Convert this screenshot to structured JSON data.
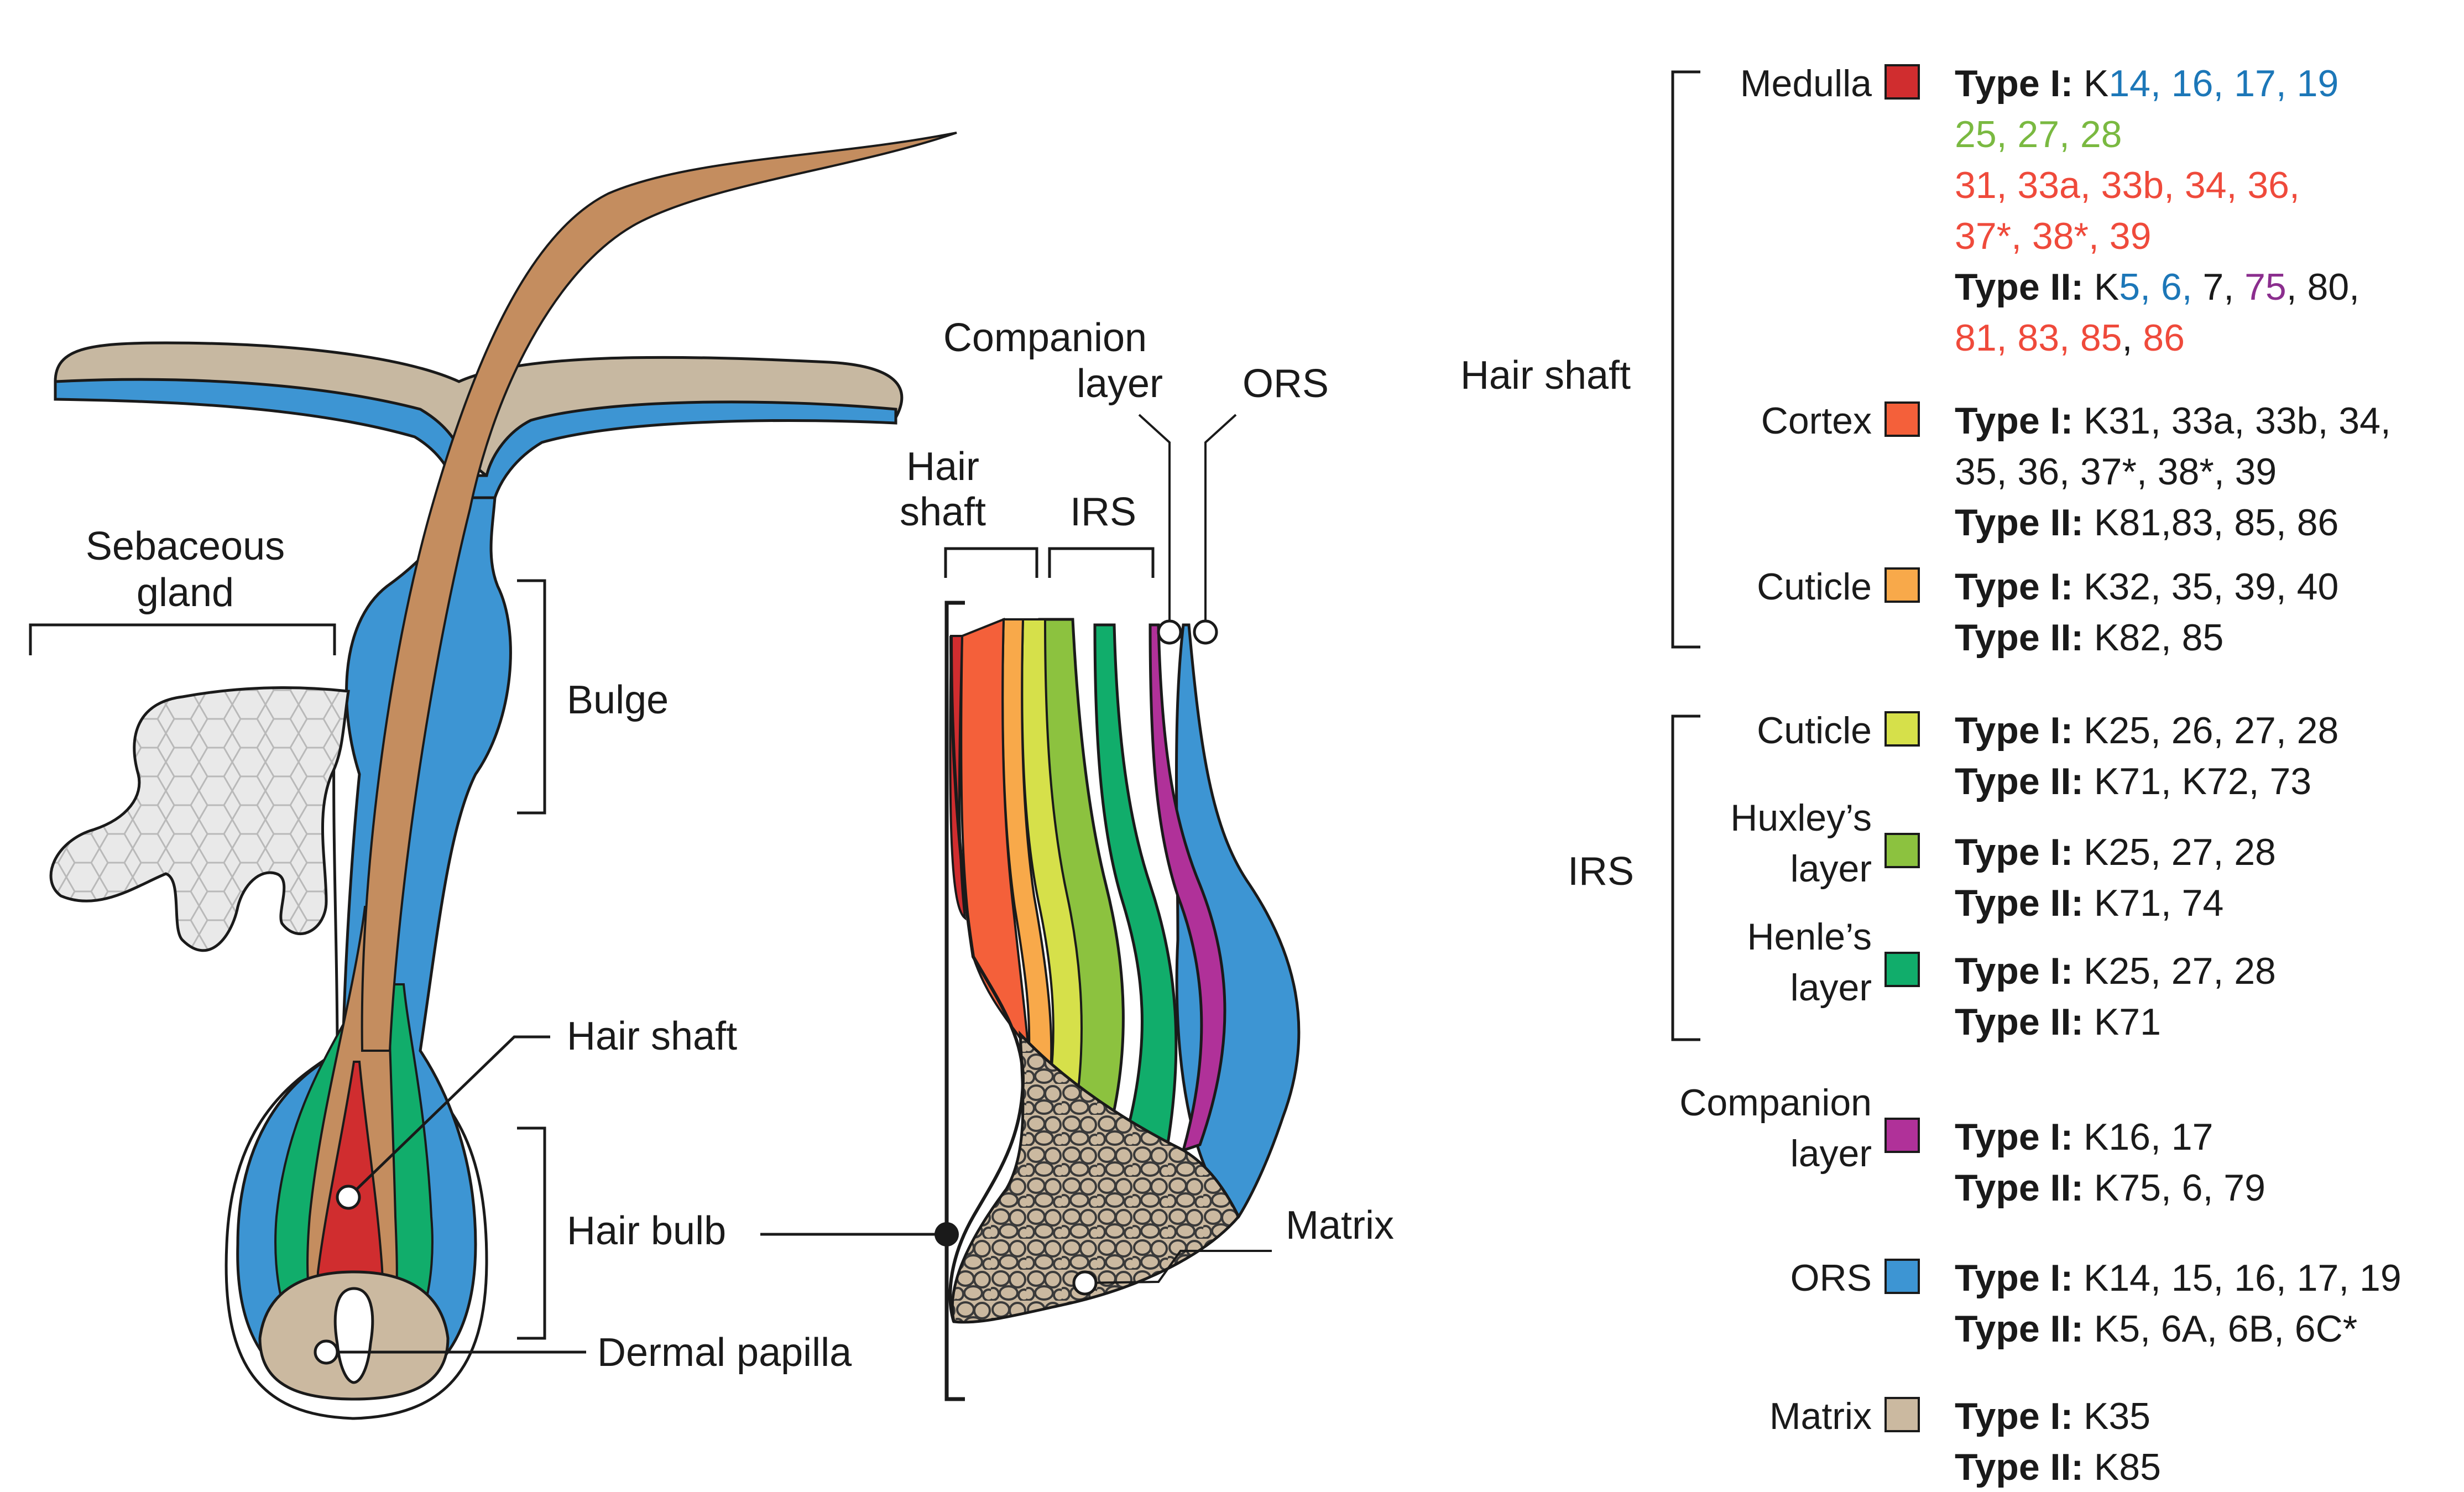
{
  "colors": {
    "medulla": "#d02d2f",
    "cortex": "#f4603a",
    "hs_cuticle": "#f8a94a",
    "irs_cuticle": "#d6e04a",
    "huxley": "#8cc23f",
    "henle": "#11ad6b",
    "companion": "#b03199",
    "ors": "#3d95d3",
    "matrix": "#cbb9a0",
    "shaft": "#c48d5f",
    "skin": "#c7b8a1",
    "gland": "#e9e9e9",
    "blue_text": "#1c77b8",
    "green_text": "#7ab941",
    "red_text": "#ef4a3b",
    "purple_text": "#8b2e8e"
  },
  "left_labels": {
    "sebaceous_1": "Sebaceous",
    "sebaceous_2": "gland",
    "bulge": "Bulge",
    "hair_shaft": "Hair shaft",
    "hair_bulb": "Hair bulb",
    "dermal_papilla": "Dermal papilla"
  },
  "mid_labels": {
    "companion_1": "Companion",
    "companion_2": "layer",
    "ors": "ORS",
    "hair_1": "Hair",
    "hair_2": "shaft",
    "irs": "IRS",
    "matrix": "Matrix"
  },
  "groups": {
    "hair_shaft": "Hair shaft",
    "irs": "IRS"
  },
  "legend": [
    {
      "label": [
        "Medulla"
      ],
      "color": "medulla",
      "lines": [
        [
          {
            "t": "Type I: ",
            "b": true
          },
          {
            "t": "K"
          },
          {
            "t": "14, 16, 17, 19",
            "c": "blue_text"
          }
        ],
        [
          {
            "t": "25, 27, 28",
            "c": "green_text"
          }
        ],
        [
          {
            "t": "31, 33a, 33b, 34, 36,",
            "c": "red_text"
          }
        ],
        [
          {
            "t": "37*, 38*, 39",
            "c": "red_text"
          }
        ],
        [
          {
            "t": "Type II: ",
            "b": true
          },
          {
            "t": "K"
          },
          {
            "t": "5, 6,",
            "c": "blue_text"
          },
          {
            "t": " 7, "
          },
          {
            "t": "75",
            "c": "purple_text"
          },
          {
            "t": ", 80,"
          }
        ],
        [
          {
            "t": "81, 83, 85",
            "c": "red_text"
          },
          {
            "t": ", "
          },
          {
            "t": "86",
            "c": "red_text"
          }
        ]
      ]
    },
    {
      "label": [
        "Cortex"
      ],
      "color": "cortex",
      "lines": [
        [
          {
            "t": "Type I: ",
            "b": true
          },
          {
            "t": "K31, 33a, 33b, 34,"
          }
        ],
        [
          {
            "t": "35, 36, 37*, 38*, 39"
          }
        ],
        [
          {
            "t": "Type II: ",
            "b": true
          },
          {
            "t": "K81,83, 85, 86"
          }
        ]
      ]
    },
    {
      "label": [
        "Cuticle"
      ],
      "color": "hs_cuticle",
      "lines": [
        [
          {
            "t": "Type I: ",
            "b": true
          },
          {
            "t": "K32, 35, 39, 40"
          }
        ],
        [
          {
            "t": "Type II: ",
            "b": true
          },
          {
            "t": "K82, 85"
          }
        ]
      ]
    },
    {
      "label": [
        "Cuticle"
      ],
      "color": "irs_cuticle",
      "lines": [
        [
          {
            "t": "Type I: ",
            "b": true
          },
          {
            "t": "K25, 26, 27, 28"
          }
        ],
        [
          {
            "t": "Type II: ",
            "b": true
          },
          {
            "t": "K71, K72, 73"
          }
        ]
      ]
    },
    {
      "label": [
        "Huxley’s",
        "layer"
      ],
      "color": "huxley",
      "lines": [
        [
          {
            "t": "Type I: ",
            "b": true
          },
          {
            "t": "K25, 27, 28"
          }
        ],
        [
          {
            "t": "Type II: ",
            "b": true
          },
          {
            "t": "K71, 74"
          }
        ]
      ]
    },
    {
      "label": [
        "Henle’s",
        "layer"
      ],
      "color": "henle",
      "lines": [
        [
          {
            "t": "Type I: ",
            "b": true
          },
          {
            "t": "K25, 27, 28"
          }
        ],
        [
          {
            "t": "Type II: ",
            "b": true
          },
          {
            "t": "K71"
          }
        ]
      ]
    },
    {
      "label": [
        "Companion",
        "layer"
      ],
      "color": "companion",
      "lines": [
        [
          {
            "t": "Type I: ",
            "b": true
          },
          {
            "t": "K16, 17"
          }
        ],
        [
          {
            "t": "Type II: ",
            "b": true
          },
          {
            "t": "K75, 6, 79"
          }
        ]
      ]
    },
    {
      "label": [
        "ORS"
      ],
      "color": "ors",
      "lines": [
        [
          {
            "t": "Type I: ",
            "b": true
          },
          {
            "t": "K14, 15, 16, 17, 19"
          }
        ],
        [
          {
            "t": "Type II: ",
            "b": true
          },
          {
            "t": "K5, 6A, 6B, 6C*"
          }
        ]
      ]
    },
    {
      "label": [
        "Matrix"
      ],
      "color": "matrix",
      "lines": [
        [
          {
            "t": "Type I: ",
            "b": true
          },
          {
            "t": "K35"
          }
        ],
        [
          {
            "t": "Type II: ",
            "b": true
          },
          {
            "t": "K85"
          }
        ]
      ]
    }
  ]
}
